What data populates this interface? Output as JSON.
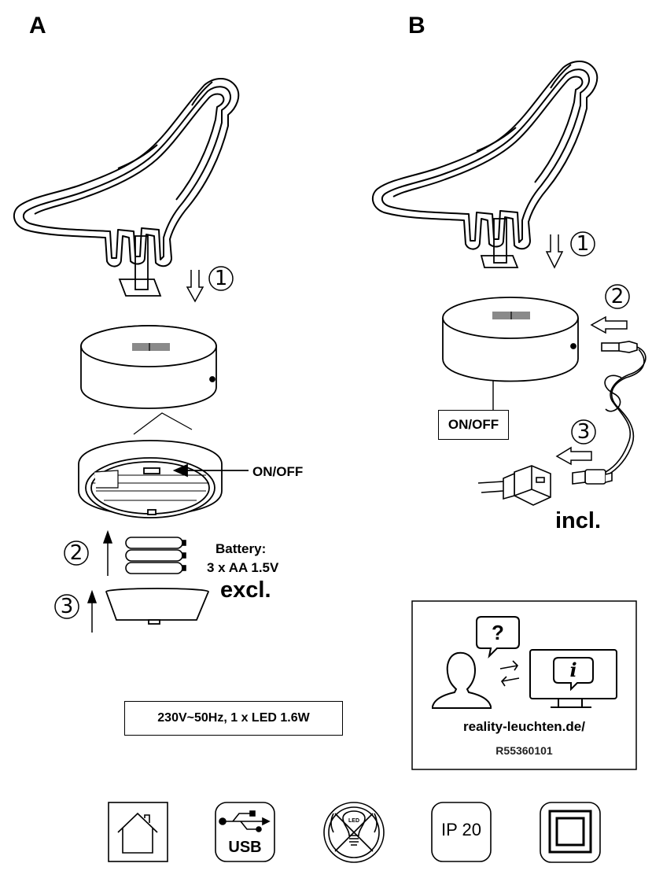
{
  "panels": {
    "a": {
      "letter": "A"
    },
    "b": {
      "letter": "B"
    }
  },
  "steps": {
    "a1": "1",
    "a2": "2",
    "a3": "3",
    "b1": "1",
    "b2": "2",
    "b3": "3"
  },
  "labels": {
    "a_switch": "ON/OFF",
    "b_switch": "ON/OFF",
    "battery_title": "Battery:",
    "battery_spec": "3 x AA 1.5V",
    "battery_excl": "excl.",
    "adapter_incl": "incl.",
    "power_spec": "230V~50Hz, 1 x LED 1.6W"
  },
  "info": {
    "question_glyph": "?",
    "info_glyph": "i",
    "url": "reality-leuchten.de/",
    "code": "R55360101"
  },
  "symbols": {
    "usb_label": "USB",
    "led_label": "LED",
    "ip_label": "IP 20",
    "icon_names": [
      "indoor-house-icon",
      "usb-power-icon",
      "no-replaceable-led-icon",
      "ip20-rating-icon",
      "protection-class-ii-icon"
    ]
  }
}
